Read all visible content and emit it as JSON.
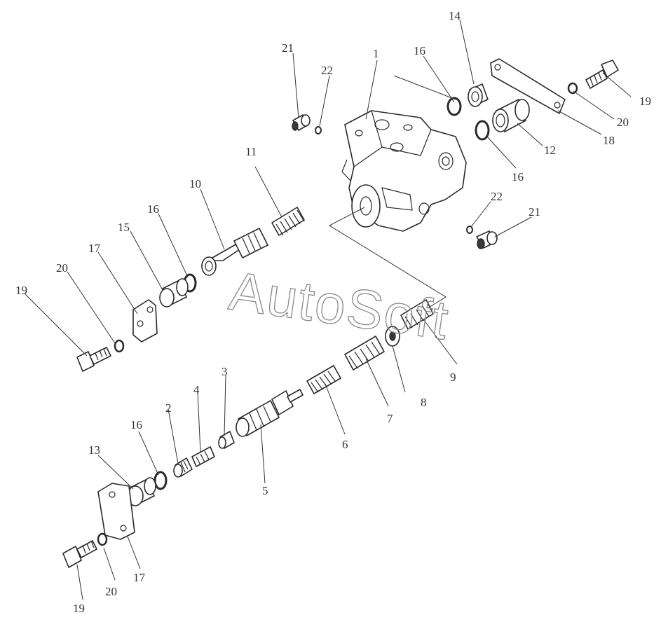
{
  "watermark": "AutoSoft",
  "callouts": [
    "1",
    "2",
    "3",
    "4",
    "5",
    "6",
    "7",
    "8",
    "9",
    "10",
    "11",
    "12",
    "13",
    "14",
    "15",
    "16",
    "16",
    "16",
    "16",
    "17",
    "17",
    "18",
    "19",
    "19",
    "19",
    "20",
    "20",
    "20",
    "21",
    "21",
    "22",
    "22"
  ],
  "colors": {
    "line": "#2a2a2a",
    "label": "#333333",
    "watermark": "#888888"
  }
}
